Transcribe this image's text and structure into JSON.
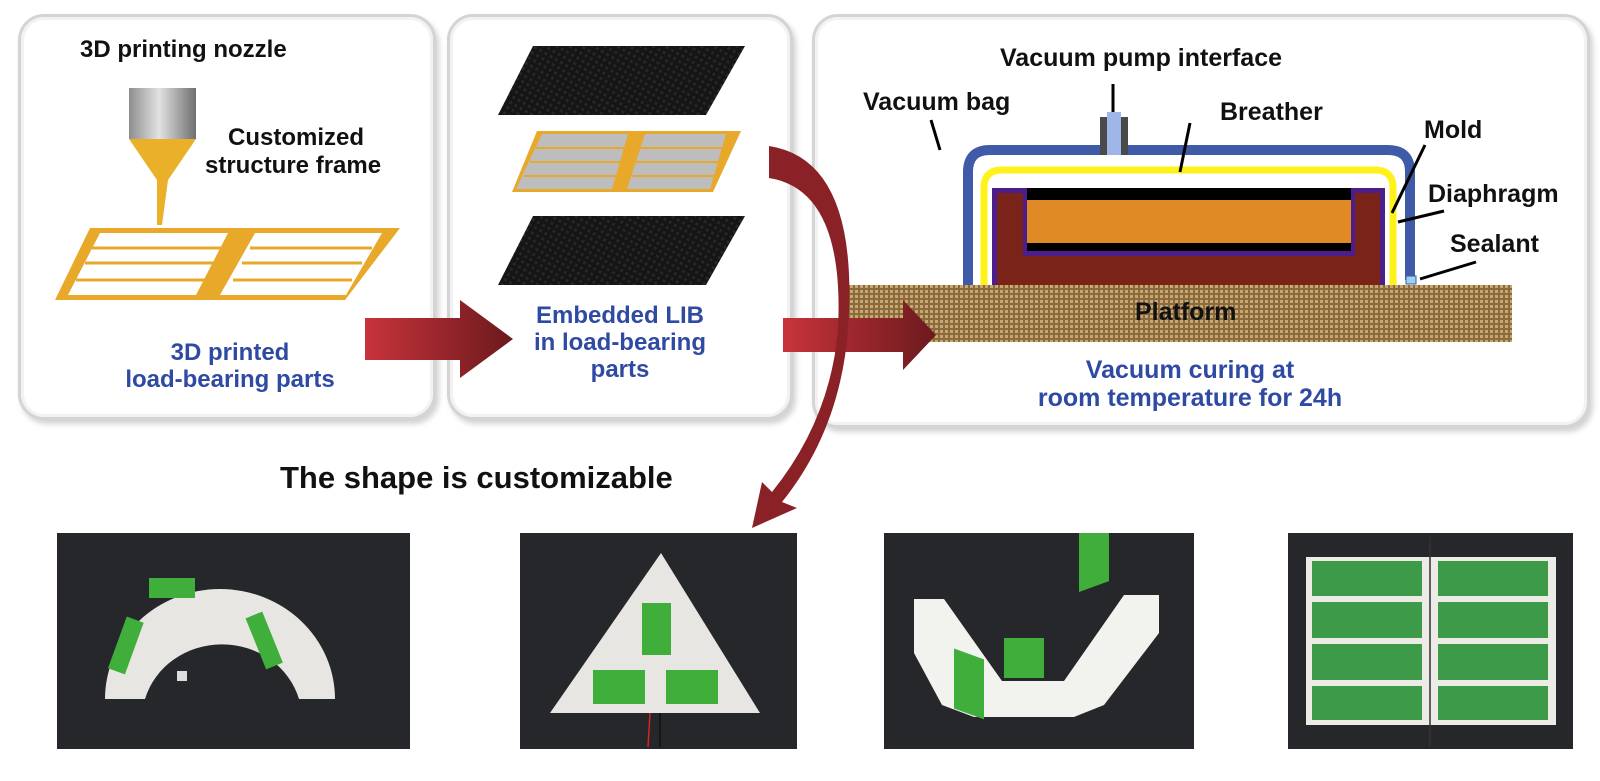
{
  "panels": {
    "printing": {
      "nozzle_label": "3D printing nozzle",
      "frame_label_line1": "Customized",
      "frame_label_line2": "structure frame",
      "caption_line1": "3D printed",
      "caption_line2": "load-bearing parts"
    },
    "embedding": {
      "caption_line1": "Embedded LIB",
      "caption_line2": "in load-bearing",
      "caption_line3": "parts"
    },
    "curing": {
      "pump_label": "Vacuum pump interface",
      "bag_label": "Vacuum bag",
      "breather_label": "Breather",
      "mold_label": "Mold",
      "diaphragm_label": "Diaphragm",
      "sealant_label": "Sealant",
      "platform_label": "Platform",
      "caption_line1": "Vacuum curing at",
      "caption_line2": "room temperature for 24h"
    }
  },
  "bottom": {
    "heading": "The shape is customizable",
    "photos": [
      {
        "shape": "arch",
        "cells": 3
      },
      {
        "shape": "triangle",
        "cells": 3
      },
      {
        "shape": "u-channel",
        "cells": 3
      },
      {
        "shape": "rectangle-grid",
        "cells": 8
      }
    ]
  },
  "colors": {
    "caption_blue": "#2f4aa3",
    "arrow_red": "#c0313a",
    "arrow_dark": "#6b1a1e",
    "frame_orange": "#e8a82a",
    "bag_blue": "#3f5aa6",
    "breather_yellow": "#fff21a",
    "mold_brown": "#7a2318",
    "diaphragm_purple": "#4b1e8c",
    "battery_orange": "#e08a26",
    "platform_tan": "#a8875a",
    "cell_green": "#3fae3a"
  }
}
